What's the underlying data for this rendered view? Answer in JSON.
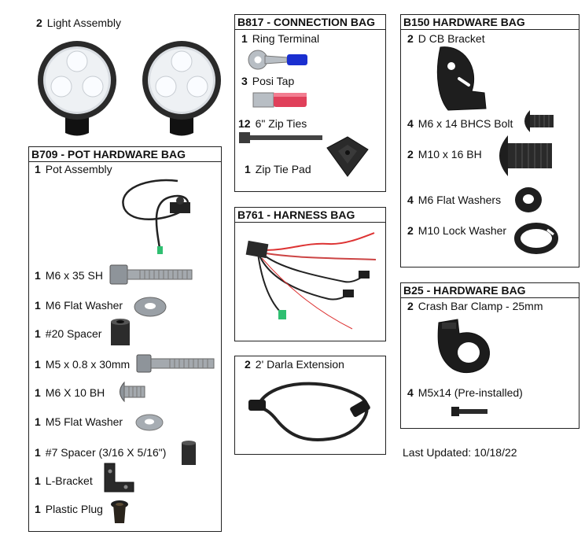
{
  "light": {
    "qty": "2",
    "label": "Light Assembly"
  },
  "b817": {
    "title": "B817 - CONNECTION BAG",
    "items": [
      {
        "qty": "1",
        "label": "Ring Terminal"
      },
      {
        "qty": "3",
        "label": "Posi Tap"
      },
      {
        "qty": "12",
        "label": "6\" Zip Ties"
      },
      {
        "qty": "1",
        "label": "Zip Tie Pad"
      }
    ]
  },
  "b150": {
    "title": "B150 HARDWARE BAG",
    "items": [
      {
        "qty": "2",
        "label": "D CB Bracket"
      },
      {
        "qty": "4",
        "label": "M6 x 14 BHCS Bolt"
      },
      {
        "qty": "2",
        "label": "M10 x 16 BH"
      },
      {
        "qty": "4",
        "label": "M6 Flat Washers"
      },
      {
        "qty": "2",
        "label": "M10 Lock Washer"
      }
    ]
  },
  "b709": {
    "title": "B709 - POT HARDWARE BAG",
    "items": [
      {
        "qty": "1",
        "label": "Pot Assembly"
      },
      {
        "qty": "1",
        "label": "M6 x 35 SH"
      },
      {
        "qty": "1",
        "label": "M6 Flat Washer"
      },
      {
        "qty": "1",
        "label": "#20 Spacer"
      },
      {
        "qty": "1",
        "label": "M5 x 0.8 x 30mm"
      },
      {
        "qty": "1",
        "label": "M6 X 10 BH"
      },
      {
        "qty": "1",
        "label": "M5 Flat Washer"
      },
      {
        "qty": "1",
        "label": "#7 Spacer (3/16 X 5/16\")"
      },
      {
        "qty": "1",
        "label": "L-Bracket"
      },
      {
        "qty": "1",
        "label": "Plastic Plug"
      }
    ]
  },
  "b761": {
    "title": "B761 - HARNESS BAG"
  },
  "darla": {
    "qty": "2",
    "label": "2' Darla Extension"
  },
  "b25": {
    "title": "B25 - HARDWARE BAG",
    "items": [
      {
        "qty": "2",
        "label": "Crash Bar Clamp - 25mm"
      },
      {
        "qty": "4",
        "label": "M5x14 (Pre-installed)"
      }
    ]
  },
  "footer": {
    "last_updated": "Last Updated: 10/18/22"
  }
}
